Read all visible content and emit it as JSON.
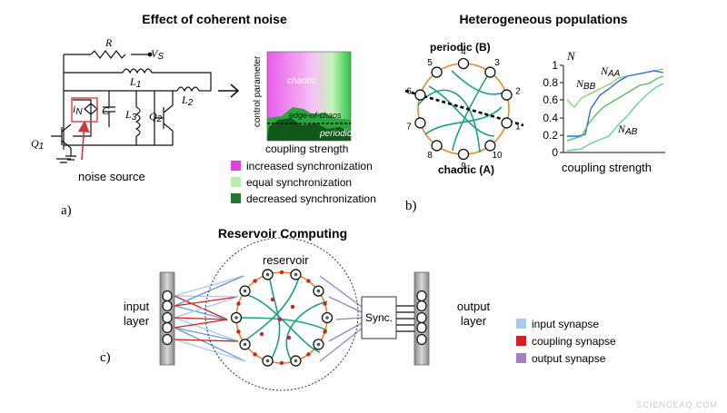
{
  "panel_a": {
    "title": "Effect of coherent noise",
    "tag": "a)",
    "circuit": {
      "r": "R",
      "vs": "V",
      "vs_sub": "S",
      "l1": "L",
      "l1_sub": "1",
      "l2": "L",
      "l2_sub": "2",
      "l3": "L",
      "l3_sub": "3",
      "c": "C",
      "q1": "Q",
      "q1_sub": "1",
      "q2": "Q",
      "q2_sub": "2",
      "in": "i",
      "in_sub": "N"
    },
    "noise_source": "noise source",
    "heatmap": {
      "ylabel": "control parameter",
      "xlabel": "coupling strength",
      "chaotic": "chaotic",
      "edge": "edge-of-chaos",
      "periodic": "periodic"
    },
    "legend": [
      {
        "label": "increased synchronization",
        "color": "#e040e0"
      },
      {
        "label": "equal synchronization",
        "color": "#b6f0a8"
      },
      {
        "label": "decreased synchronization",
        "color": "#1e7a2a"
      }
    ]
  },
  "panel_b": {
    "title": "Heterogeneous populations",
    "tag": "b)",
    "ring": {
      "top": "periodic (B)",
      "bottom": "chaotic (A)",
      "nodes": [
        "1",
        "2",
        "3",
        "4",
        "5",
        "6",
        "7",
        "8",
        "9",
        "10"
      ]
    },
    "plot": {
      "ylabel": "N",
      "xlabel": "coupling strength",
      "yticks": [
        "1",
        "0.8",
        "0.6",
        "0.4",
        "0.2",
        "0"
      ],
      "labels": {
        "aa": "N",
        "aa_sub": "AA",
        "bb": "N",
        "bb_sub": "BB",
        "ab": "N",
        "ab_sub": "AB"
      }
    }
  },
  "panel_c": {
    "title": "Reservoir Computing",
    "tag": "c)",
    "reservoir": "reservoir",
    "input": [
      "input",
      "layer"
    ],
    "output": [
      "output",
      "layer"
    ],
    "sync": "Sync.",
    "legend": [
      {
        "label": "input synapse",
        "color": "#a8c8ec"
      },
      {
        "label": "coupling synapse",
        "color": "#d42020"
      },
      {
        "label": "output synapse",
        "color": "#a080c8"
      }
    ]
  },
  "watermark": "SCIENCEAQ.COM"
}
